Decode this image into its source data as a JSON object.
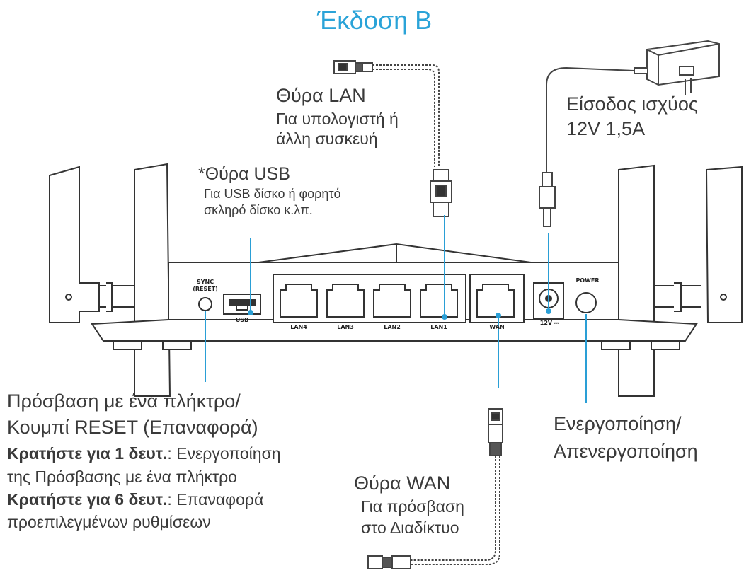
{
  "title": "Έκδοση B",
  "lan": {
    "heading": "Θύρα LAN",
    "desc1": "Για υπολογιστή ή",
    "desc2": "άλλη συσκευή"
  },
  "power_in": {
    "heading": "Είσοδος ισχύος",
    "spec": "12V 1,5A"
  },
  "usb": {
    "heading": "*Θύρα USB",
    "desc1": "Για USB δίσκο ή φορητό",
    "desc2": "σκληρό δίσκο κ.λπ."
  },
  "reset": {
    "line1": "Πρόσβαση με ένα πλήκτρο/",
    "line2": "Κουμπί RESET (Επαναφορά)",
    "hold1_bold": "Κρατήστε για 1 δευτ.",
    "hold1_rest": ": Ενεργοποίηση",
    "hold1_line2": "της Πρόσβασης με ένα πλήκτρο",
    "hold6_bold": "Κρατήστε για 6 δευτ.",
    "hold6_rest": ": Επαναφορά",
    "hold6_line2": "προεπιλεγμένων ρυθμίσεων"
  },
  "wan": {
    "heading": "Θύρα WAN",
    "desc1": "Για πρόσβαση",
    "desc2": "στο Διαδίκτυο"
  },
  "power_btn": {
    "line1": "Ενεργοποίηση/",
    "line2": "Απενεργοποίηση"
  },
  "panel_labels": {
    "sync": "SYNC",
    "reset": "(RESET)",
    "usb": "USB",
    "lan4": "LAN4",
    "lan3": "LAN3",
    "lan2": "LAN2",
    "lan1": "LAN1",
    "wan": "WAN",
    "dc": "12V ⎓",
    "power": "POWER"
  },
  "colors": {
    "title": "#2aa3d8",
    "callout_line": "#2a9fd6",
    "outline": "#333333"
  }
}
